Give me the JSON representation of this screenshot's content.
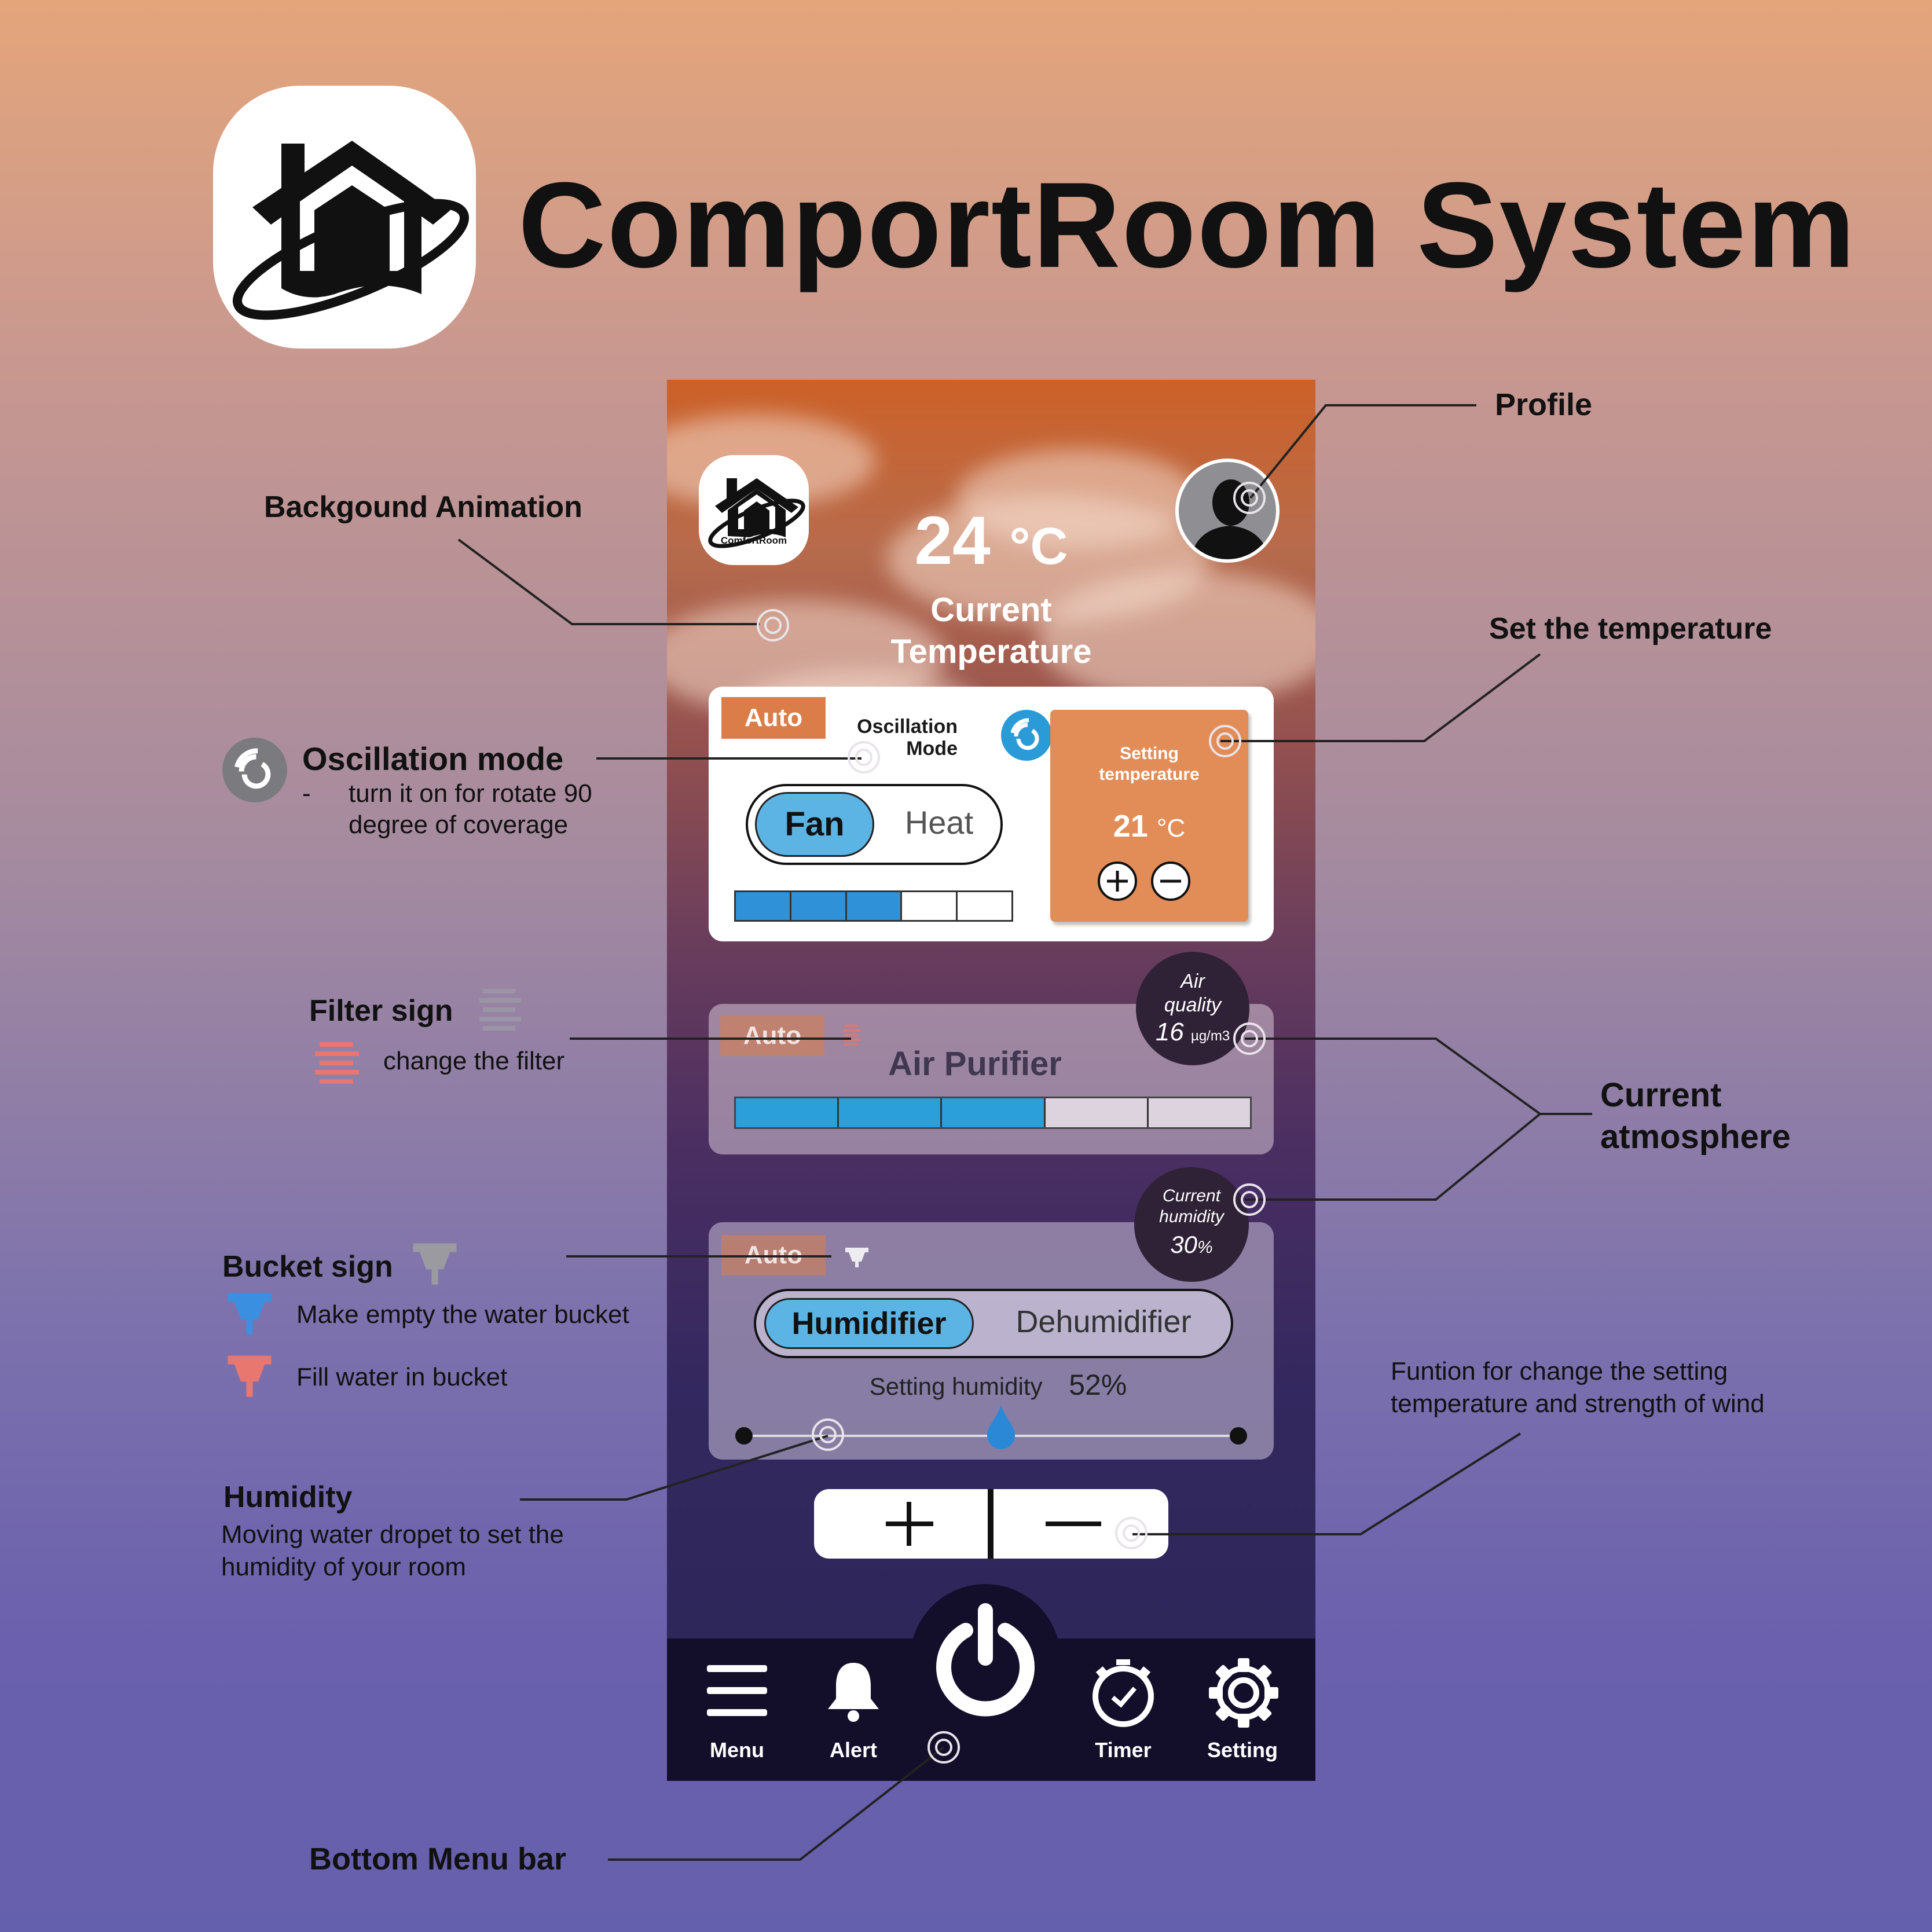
{
  "header": {
    "title": "ComportRoom System"
  },
  "phone": {
    "logo_text": "ComfortRoom",
    "current_temp": {
      "value": "24",
      "unit": "°C",
      "label_line1": "Current",
      "label_line2": "Temperature"
    },
    "fan_card": {
      "auto_label": "Auto",
      "oscillation_line1": "Oscillation",
      "oscillation_line2": "Mode",
      "mode_selected": "Fan",
      "mode_other": "Heat",
      "strength_level": 3,
      "strength_total": 5,
      "setting_label_line1": "Setting",
      "setting_label_line2": "temperature",
      "setting_value": "21",
      "setting_unit": "°C"
    },
    "air_card": {
      "auto_label": "Auto",
      "title": "Air Purifier",
      "level": 3,
      "total": 5,
      "quality_line1": "Air",
      "quality_line2": "quality",
      "quality_value": "16",
      "quality_unit": "µg/m3"
    },
    "hum_card": {
      "auto_label": "Auto",
      "mode_selected": "Humidifier",
      "mode_other": "Dehumidifier",
      "setting_label": "Setting humidity",
      "setting_value": "52%",
      "slider_fraction": 0.52,
      "current_line1": "Current",
      "current_line2": "humidity",
      "current_value": "30",
      "current_unit": "%"
    },
    "nav": {
      "menu": "Menu",
      "alert": "Alert",
      "timer": "Timer",
      "setting": "Setting"
    }
  },
  "annotations": {
    "background_animation": "Backgound Animation",
    "profile": "Profile",
    "set_temperature": "Set the temperature",
    "oscillation_title": "Oscillation mode",
    "oscillation_dash": "-",
    "oscillation_desc1": "turn it on for rotate 90",
    "oscillation_desc2": "degree of coverage",
    "filter_title": "Filter sign",
    "filter_desc": "change the filter",
    "current_atmosphere1": "Current",
    "current_atmosphere2": "atmosphere",
    "bucket_title": "Bucket sign",
    "bucket_empty": "Make empty the water bucket",
    "bucket_fill": "Fill water in bucket",
    "humidity_title": "Humidity",
    "humidity_desc1": "Moving water dropet to set the",
    "humidity_desc2": "humidity of your room",
    "function_desc1": "Funtion for change the setting",
    "function_desc2": "temperature and strength of wind",
    "bottom_menu": "Bottom Menu bar"
  },
  "colors": {
    "accent_blue": "#2a9bd7",
    "pill_blue": "#5cb4e4",
    "orange": "#e28d58",
    "nav_dark": "#130f2a"
  }
}
